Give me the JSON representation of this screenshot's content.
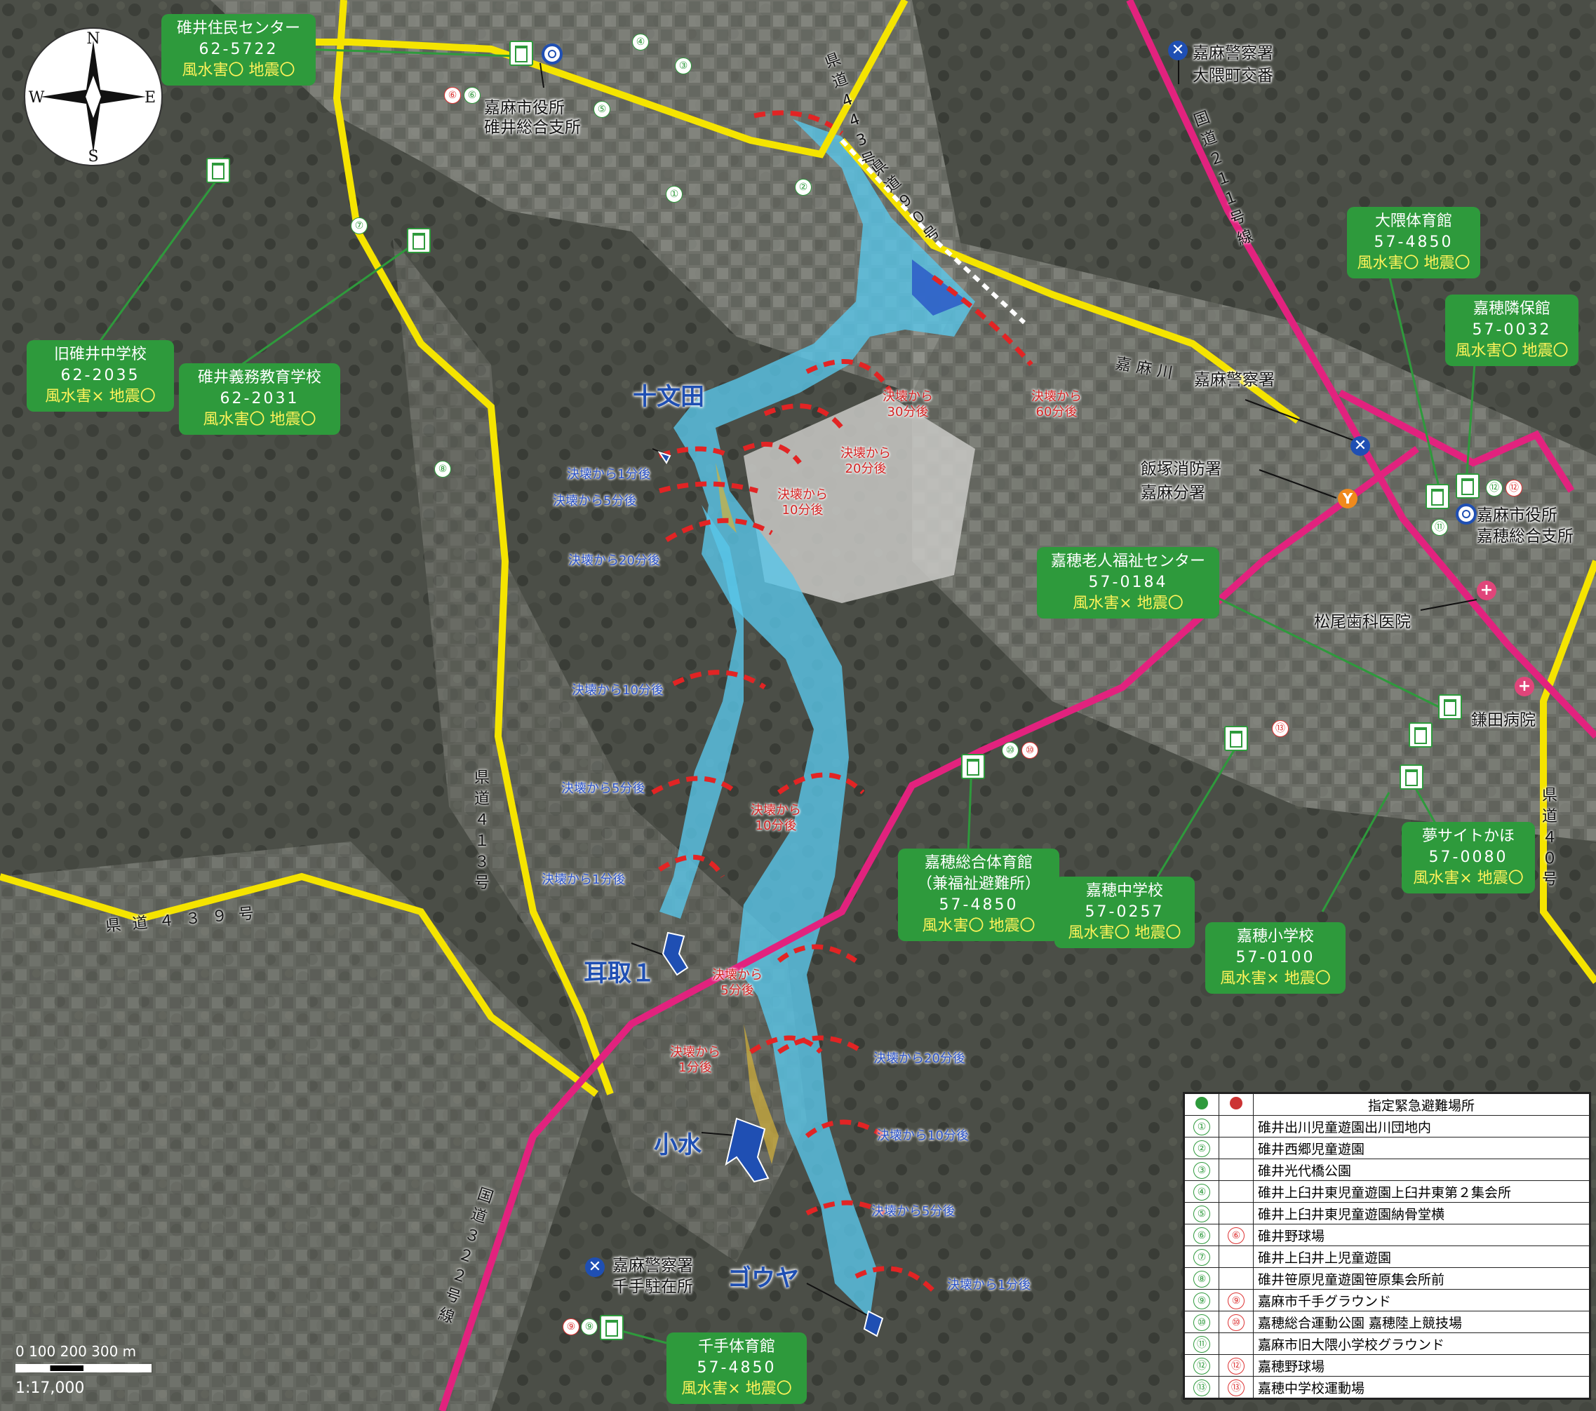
{
  "compass": {
    "n": "N",
    "s": "S",
    "e": "E",
    "w": "W"
  },
  "colors": {
    "evac_box": "#2e9a3c",
    "rating": "#fff35a",
    "flood": "#59c6e8",
    "flood_deep": "#2f5fc8",
    "prefroad": "#f5e400",
    "national": "#e2227e",
    "pond_label": "#1f4fb3",
    "time_blue": "#2a52c8",
    "time_red": "#d42424"
  },
  "icons": {
    "shelter": "shelter-icon",
    "city_hall": "city-hall-icon",
    "police": "police-icon",
    "fire": "fire-station-icon",
    "hospital": "hospital-icon"
  },
  "shelters": [
    {
      "name": "碓井住民センター",
      "tel": "62-5722",
      "rating": "風水害〇 地震〇"
    },
    {
      "name": "旧碓井中学校",
      "tel": "62-2035",
      "rating": "風水害× 地震〇"
    },
    {
      "name": "碓井義務教育学校",
      "tel": "62-2031",
      "rating": "風水害〇 地震〇"
    },
    {
      "name": "大隈体育館",
      "tel": "57-4850",
      "rating": "風水害〇 地震〇"
    },
    {
      "name": "嘉穂隣保館",
      "tel": "57-0032",
      "rating": "風水害〇 地震〇"
    },
    {
      "name": "嘉穂老人福祉センター",
      "tel": "57-0184",
      "rating": "風水害× 地震〇"
    },
    {
      "name": "嘉穂総合体育館",
      "sub": "（兼福祉避難所）",
      "tel": "57-4850",
      "rating": "風水害〇 地震〇"
    },
    {
      "name": "嘉穂中学校",
      "tel": "57-0257",
      "rating": "風水害〇 地震〇"
    },
    {
      "name": "夢サイトかほ",
      "tel": "57-0080",
      "rating": "風水害× 地震〇"
    },
    {
      "name": "嘉穂小学校",
      "tel": "57-0100",
      "rating": "風水害× 地震〇"
    },
    {
      "name": "千手体育館",
      "tel": "57-4850",
      "rating": "風水害× 地震〇"
    }
  ],
  "facilities": {
    "usui_hall": "嘉麻市役所\n碓井総合支所",
    "kaho_hall": "嘉麻市役所\n嘉穂総合支所",
    "police_ookuma": "嘉麻警察署\n大隈町交番",
    "police_main": "嘉麻警察署",
    "fire": "飯塚消防署\n嘉麻分署",
    "dental": "松尾歯科医院",
    "hospital": "鎌田病院",
    "police_senzu": "嘉麻警察署\n千手駐在所"
  },
  "ponds": {
    "jumonda": "十文田",
    "mimitori": "耳取１",
    "kozu": "小水",
    "gouya": "ゴウヤ"
  },
  "roads": {
    "r443": "県道443号",
    "r90": "県道９０号",
    "r211": "国道２１１号線",
    "r413": "県道４１３号",
    "r439": "県道４３９号",
    "r40": "県道４０号",
    "r322": "国道３２２号線",
    "river": "嘉麻川"
  },
  "flood_times": [
    "決壊から1分後",
    "決壊から5分後",
    "決壊から20分後",
    "決壊から10分後",
    "決壊から5分後",
    "決壊から1分後",
    "決壊から\n30分後",
    "決壊から\n20分後",
    "決壊から\n10分後",
    "決壊から\n60分後",
    "決壊から\n10分後",
    "決壊から\n5分後",
    "決壊から\n1分後",
    "決壊から20分後",
    "決壊から10分後",
    "決壊から5分後",
    "決壊から1分後"
  ],
  "legend": {
    "title": "指定緊急避難場所",
    "rows": [
      {
        "a": "①",
        "b": "",
        "name": "碓井出川児童遊園出川団地内"
      },
      {
        "a": "②",
        "b": "",
        "name": "碓井西郷児童遊園"
      },
      {
        "a": "③",
        "b": "",
        "name": "碓井光代橋公園"
      },
      {
        "a": "④",
        "b": "",
        "name": "碓井上臼井東児童遊園上臼井東第２集会所"
      },
      {
        "a": "⑤",
        "b": "",
        "name": "碓井上臼井東児童遊園納骨堂横"
      },
      {
        "a": "⑥",
        "b": "⑥",
        "name": "碓井野球場"
      },
      {
        "a": "⑦",
        "b": "",
        "name": "碓井上臼井上児童遊園"
      },
      {
        "a": "⑧",
        "b": "",
        "name": "碓井笹原児童遊園笹原集会所前"
      },
      {
        "a": "⑨",
        "b": "⑨",
        "name": "嘉麻市千手グラウンド"
      },
      {
        "a": "⑩",
        "b": "⑩",
        "name": "嘉穂総合運動公園 嘉穂陸上競技場"
      },
      {
        "a": "⑪",
        "b": "",
        "name": "嘉麻市旧大隈小学校グラウンド"
      },
      {
        "a": "⑫",
        "b": "⑫",
        "name": "嘉穂野球場"
      },
      {
        "a": "⑬",
        "b": "⑬",
        "name": "嘉穂中学校運動場"
      }
    ]
  },
  "scale": {
    "ticks": "0 100 200 300 m",
    "ratio": "1:17,000"
  }
}
